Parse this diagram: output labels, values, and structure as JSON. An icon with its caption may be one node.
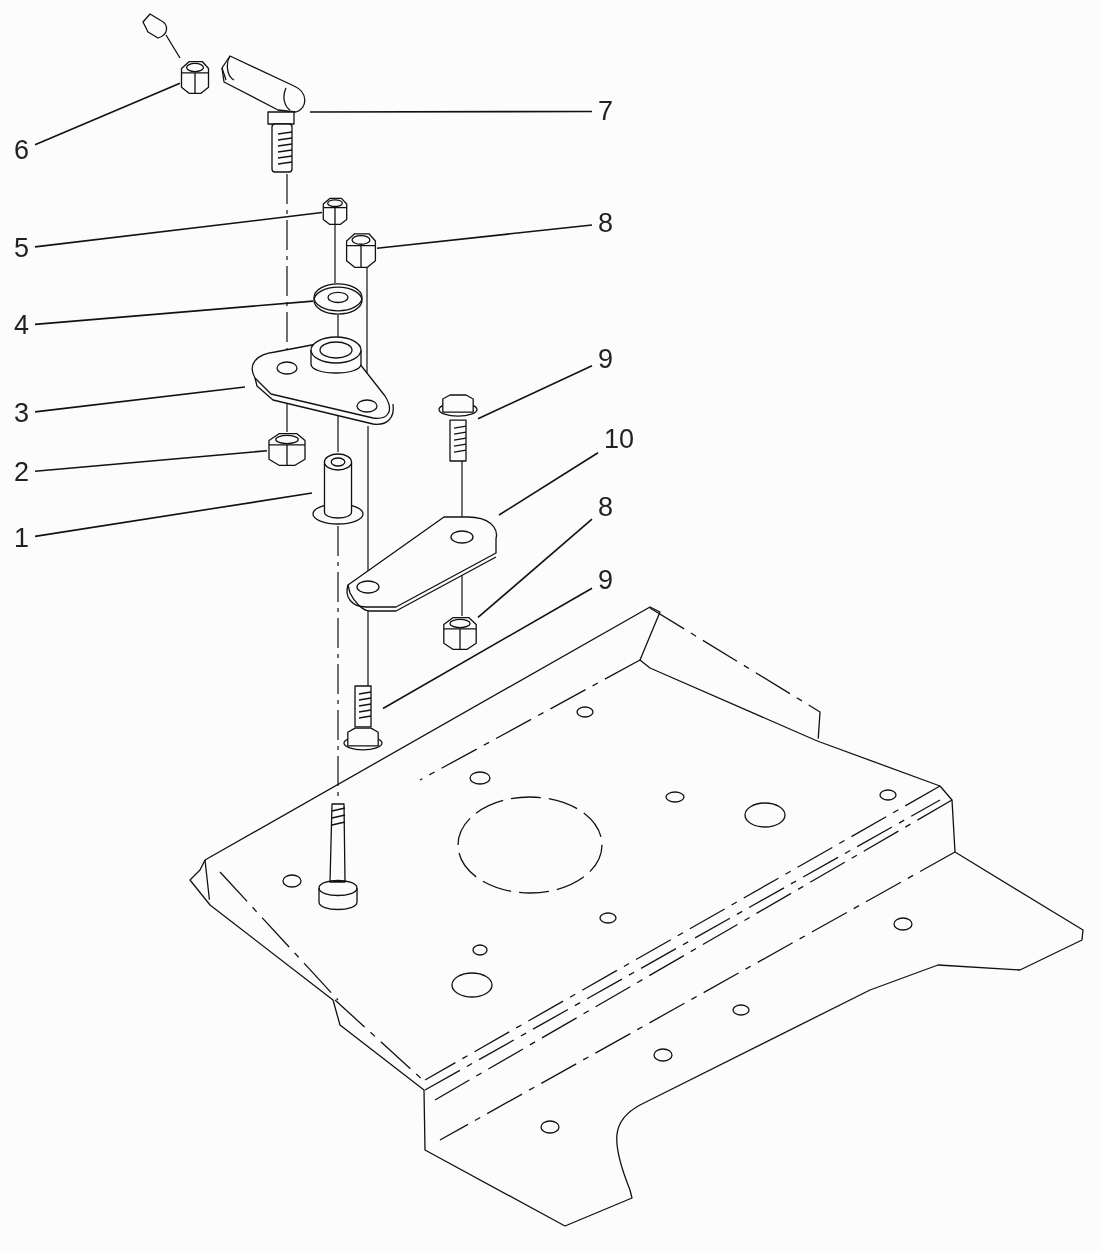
{
  "diagram": {
    "nodes": [
      {
        "text": [
          "7"
        ]
      },
      {
        "text": [
          "6"
        ]
      },
      {
        "text": [
          "8"
        ]
      },
      {
        "text": [
          "5"
        ]
      },
      {
        "text": [
          "4"
        ]
      },
      {
        "text": [
          "9"
        ]
      },
      {
        "text": [
          "3"
        ]
      },
      {
        "text": [
          "10"
        ]
      },
      {
        "text": [
          "2"
        ]
      },
      {
        "text": [
          "8"
        ]
      },
      {
        "text": [
          "1"
        ]
      },
      {
        "text": [
          "9"
        ]
      },
      {
        "text": [],
        "shape": "picture"
      },
      {
        "text": [],
        "shape": "picture"
      },
      {
        "text": [],
        "shape": "picture"
      },
      {
        "text": [],
        "shape": "picture"
      },
      {
        "text": [],
        "shape": "picture"
      },
      {
        "text": [],
        "shape": "picture"
      },
      {
        "text": [],
        "shape": "picture"
      },
      {
        "text": [],
        "shape": "picture"
      },
      {
        "text": [],
        "shape": "picture"
      },
      {
        "text": [],
        "shape": "picture"
      },
      {
        "text": [],
        "shape": "picture"
      },
      {
        "text": [],
        "shape": "picture"
      },
      {
        "text": [],
        "shape": "picture"
      }
    ],
    "edges": [
      {
        "from": 0,
        "to": 12,
        "arrow": "none"
      },
      {
        "from": 1,
        "to": 13,
        "arrow": "none"
      },
      {
        "from": 2,
        "to": 14,
        "arrow": "none"
      },
      {
        "from": 3,
        "to": 15,
        "arrow": "none"
      },
      {
        "from": 4,
        "to": 16,
        "arrow": "none"
      },
      {
        "from": 5,
        "to": 17,
        "arrow": "none"
      },
      {
        "from": 6,
        "to": 18,
        "arrow": "none"
      },
      {
        "from": 7,
        "to": 19,
        "arrow": "none"
      },
      {
        "from": 8,
        "to": 20,
        "arrow": "none"
      },
      {
        "from": 9,
        "to": 21,
        "arrow": "none"
      },
      {
        "from": 10,
        "to": 22,
        "arrow": "none"
      },
      {
        "from": 11,
        "to": 23,
        "arrow": "none"
      },
      {
        "from": 12,
        "to": 18,
        "arrow": "none",
        "style": "dashed"
      },
      {
        "from": 15,
        "to": 16,
        "arrow": "none"
      },
      {
        "from": 16,
        "to": 18,
        "arrow": "none"
      },
      {
        "from": 14,
        "to": 18,
        "arrow": "none"
      },
      {
        "from": 18,
        "to": 20,
        "arrow": "none"
      },
      {
        "from": 18,
        "to": 22,
        "arrow": "none"
      },
      {
        "from": 18,
        "to": 19,
        "arrow": "none"
      },
      {
        "from": 17,
        "to": 19,
        "arrow": "none"
      },
      {
        "from": 19,
        "to": 21,
        "arrow": "none"
      },
      {
        "from": 22,
        "to": 24,
        "arrow": "none",
        "style": "dashed"
      },
      {
        "from": 19,
        "to": 23,
        "arrow": "none"
      }
    ]
  }
}
